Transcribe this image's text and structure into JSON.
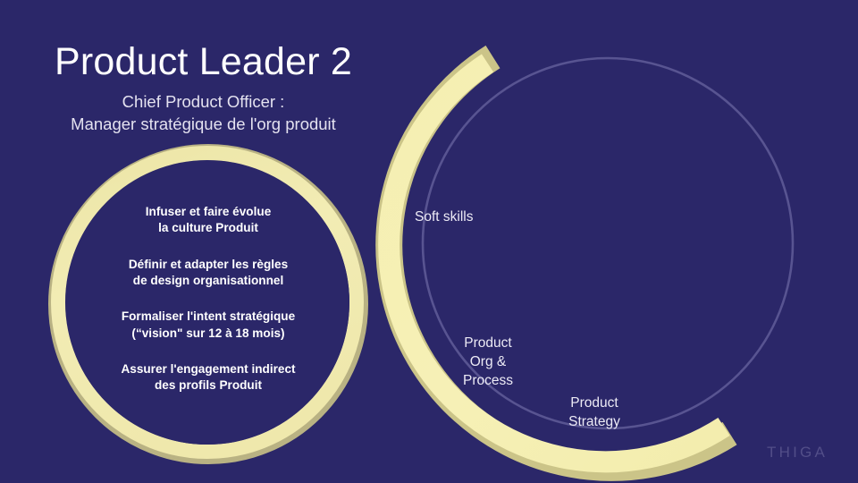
{
  "slide": {
    "background_color": "#2b2769",
    "title": "Product Leader 2",
    "subtitle": "Chief Product Officer :\nManager stratégique de l'org produit",
    "brand": "THIGA"
  },
  "responsibilities": {
    "heading_ring_color": "#ede8a8",
    "items": [
      "Infuser et faire évolue\nla culture Produit",
      "Définir et adapter les règles\nde design organisationnel",
      "Formaliser l'intent stratégique\n(“vision\" sur 12 à 18 mois)",
      "Assurer l'engagement indirect\ndes profils Produit"
    ]
  },
  "scope_ring": {
    "outline_color": "#5b5694",
    "arc_color": "#f4eeae",
    "arc_shadow_color": "#cfc88c",
    "segments": [
      {
        "label": "Soft skills"
      },
      {
        "label": "Product\nOrg  &\nProcess"
      },
      {
        "label": "Product\nStrategy"
      }
    ]
  }
}
